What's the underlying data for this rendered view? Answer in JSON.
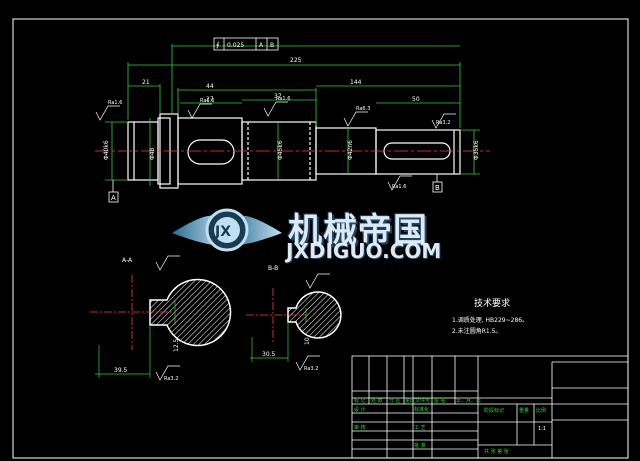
{
  "drawing": {
    "tolerance_frame": [
      "∮",
      "0.025",
      "A",
      "B"
    ],
    "dims": {
      "overall": "225",
      "d21": "21",
      "d44": "44",
      "d27": "27",
      "d37": "37",
      "d144": "144",
      "d50": "50",
      "fit_left": "Φ40k6",
      "fit_48": "Φ48",
      "fit_mid": "Φ45k6",
      "fit_42": "Φ42n6",
      "fit_right": "Φ35k6"
    },
    "roughness": [
      "Ra1.6",
      "Ra1.6",
      "Ra1.6",
      "Ra6.3",
      "Ra1.6",
      "Ra3.2"
    ],
    "datums": [
      "A",
      "B"
    ],
    "section_a": {
      "label": "A-A",
      "dim_h": "39.5",
      "dim_v": "12.5",
      "roughness": "Ra3.2"
    },
    "section_b": {
      "label": "B-B",
      "dim_h": "30.5",
      "dim_v": "10",
      "roughness": "Ra3.2"
    },
    "tech_title": "技术要求",
    "tech_notes": [
      "1.调质处理, HB229~286。",
      "2.未注圆角R1.5。"
    ]
  },
  "watermark": {
    "title": "机械帝国",
    "url": "JXDIGUO.COM",
    "emblem": "JX"
  },
  "title_block": {
    "labels": [
      "标 记",
      "处 数",
      "分 区",
      "更改文件号",
      "签 名",
      "年、月、日"
    ],
    "cells": [
      "设 计",
      "标准化",
      "审 核",
      "工 艺",
      "批 准"
    ],
    "stage_label": "阶段标记",
    "weight_label": "重量",
    "scale_label": "比例",
    "scale_value": "1:1",
    "sheet_label": "共  张  第  张"
  },
  "colors": {
    "line": "#ffffff",
    "dim": "#32d232",
    "text": "#ffffff",
    "center": "#ff3b3b",
    "hatch": "#ffffff"
  }
}
